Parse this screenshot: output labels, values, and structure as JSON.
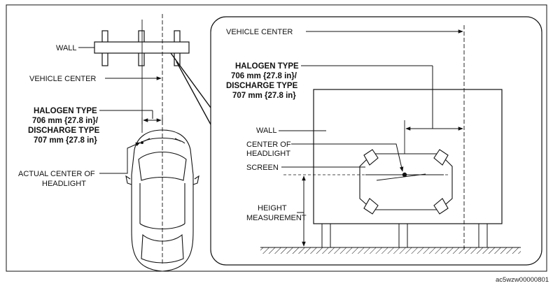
{
  "diagram_code": "ac5wzw00000801",
  "left_view": {
    "wall_label": "WALL",
    "vehicle_center_label": "VEHICLE CENTER",
    "distance_lines": [
      "HALOGEN TYPE",
      "706 mm {27.8 in}/",
      "DISCHARGE TYPE",
      "707 mm {27.8 in}"
    ],
    "actual_center_lines": [
      "ACTUAL CENTER OF",
      "HEADLIGHT"
    ]
  },
  "detail_view": {
    "vehicle_center_label": "VEHICLE CENTER",
    "distance_lines": [
      "HALOGEN TYPE",
      "706 mm {27.8 in}/",
      "DISCHARGE TYPE",
      "707 mm {27.8 in}"
    ],
    "wall_label": "WALL",
    "center_headlight_lines": [
      "CENTER OF",
      "HEADLIGHT"
    ],
    "screen_label": "SCREEN",
    "height_lines": [
      "HEIGHT",
      "MEASUREMENT"
    ]
  }
}
